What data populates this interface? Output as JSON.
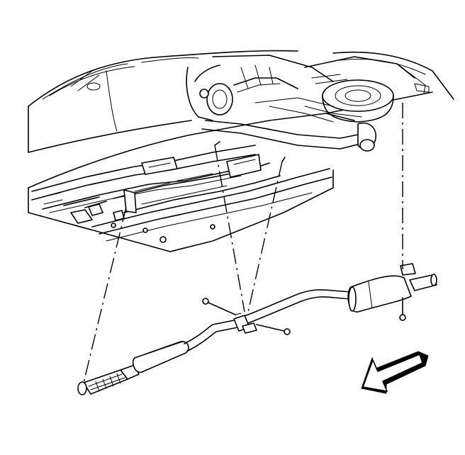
{
  "figure": {
    "components": [
      "vehicle-underbody",
      "exhaust-system",
      "catalytic-converter",
      "intermediate-pipe",
      "resonator",
      "muffler",
      "tailpipe",
      "exhaust-hanger",
      "mounting-bolt"
    ],
    "direction_arrow": "front-of-vehicle-arrow"
  },
  "colors": {
    "line": "#000000",
    "background": "#ffffff"
  }
}
